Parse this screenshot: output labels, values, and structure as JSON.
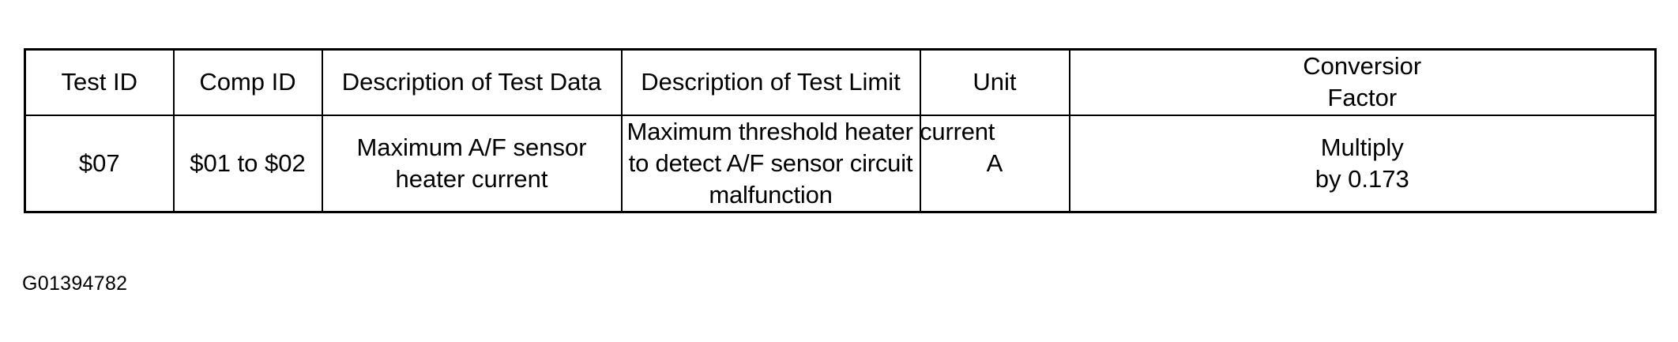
{
  "figure": {
    "code": "G01394782"
  },
  "table": {
    "columns": [
      {
        "key": "test_id",
        "label": "Test ID"
      },
      {
        "key": "comp_id",
        "label": "Comp ID"
      },
      {
        "key": "desc_data",
        "label": "Description of Test Data"
      },
      {
        "key": "desc_limit",
        "label": "Description of Test Limit"
      },
      {
        "key": "unit",
        "label": "Unit"
      },
      {
        "key": "conv_factor",
        "label_line1": "Conversior",
        "label_line2": "Factor"
      }
    ],
    "rows": [
      {
        "test_id": "$07",
        "comp_id": "$01 to $02",
        "desc_data_line1": "Maximum A/F sensor",
        "desc_data_line2": "heater current",
        "desc_limit_line1": "Maximum threshold heater current",
        "desc_limit_line2": "to detect A/F sensor circuit",
        "desc_limit_line3": "malfunction",
        "unit": "A",
        "conv_factor_line1": "Multiply",
        "conv_factor_line2": "by 0.173"
      }
    ]
  },
  "colors": {
    "background": "#ffffff",
    "text": "#000000",
    "border": "#000000"
  }
}
